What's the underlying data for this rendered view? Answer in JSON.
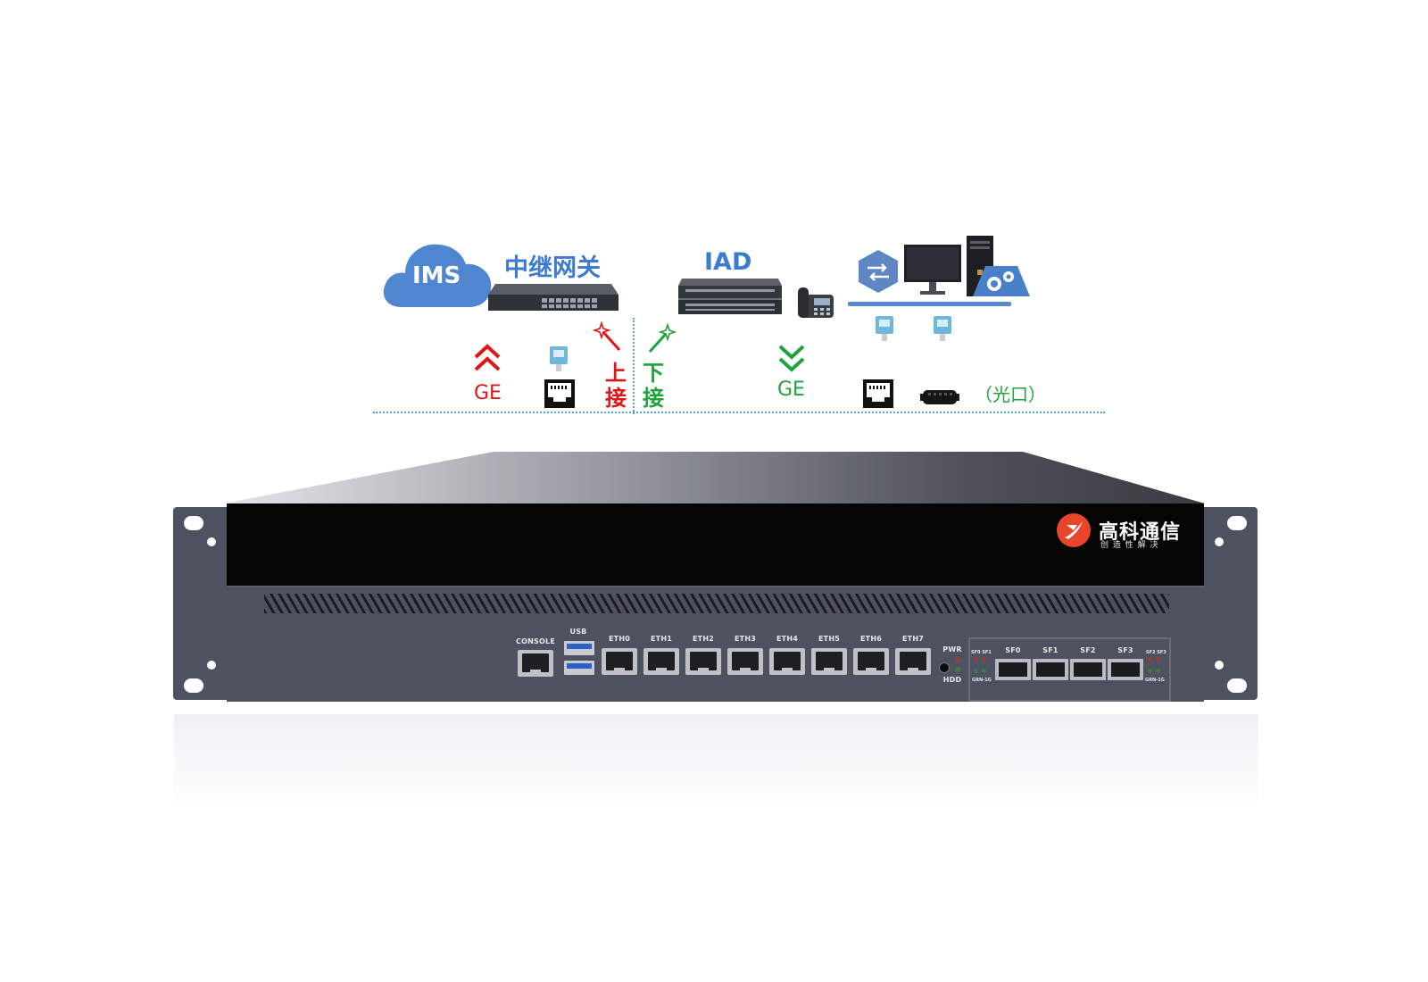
{
  "diagram": {
    "ims": "IMS",
    "trunk_gateway": "中继网关",
    "iad": "IAD",
    "ge_up": "GE",
    "ge_down": "GE",
    "uplink_chars": [
      "上",
      "接"
    ],
    "downlink_chars": [
      "下",
      "接"
    ],
    "optical_port": "（光口）"
  },
  "brand": {
    "name": "高科通信",
    "slogan": "创 造 性 解 决",
    "logo_color": "#e8452a"
  },
  "ports": {
    "console": "CONSOLE",
    "usb": "USB",
    "eth": [
      "ETH0",
      "ETH1",
      "ETH2",
      "ETH3",
      "ETH4",
      "ETH5",
      "ETH6",
      "ETH7"
    ],
    "pwr": "PWR",
    "hdd": "HDD",
    "sfp": [
      "SF0",
      "SF1",
      "SF2",
      "SF3"
    ],
    "sfp_led_left": "SF0 SF1",
    "sfp_led_right": "SF2 SF3",
    "grn_left": "GRN-1G",
    "grn_right": "GRN-1G"
  },
  "colors": {
    "label_blue": "#3d7ad1",
    "uplink_red": "#e01616",
    "downlink_green": "#1fa33c",
    "chassis": "#4e5260",
    "dotted_line": "#4aa8d8"
  }
}
